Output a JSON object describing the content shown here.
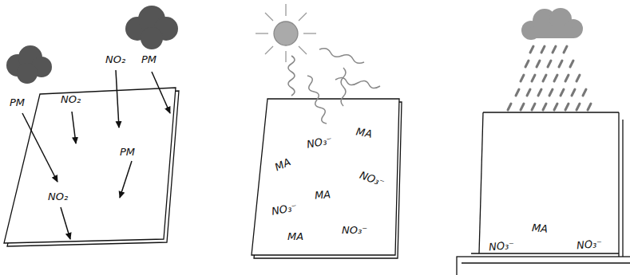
{
  "diagram": {
    "labels": [
      "NO₂",
      "PM",
      "NO₂",
      "PM",
      "PM",
      "NO₂",
      "MA",
      "NO₃⁻",
      "MA",
      "NO₃⁻",
      "MA",
      "NO₃⁻",
      "MA",
      "NO₃⁻",
      "NO₃⁻",
      "MA",
      "NO₃⁻"
    ]
  }
}
